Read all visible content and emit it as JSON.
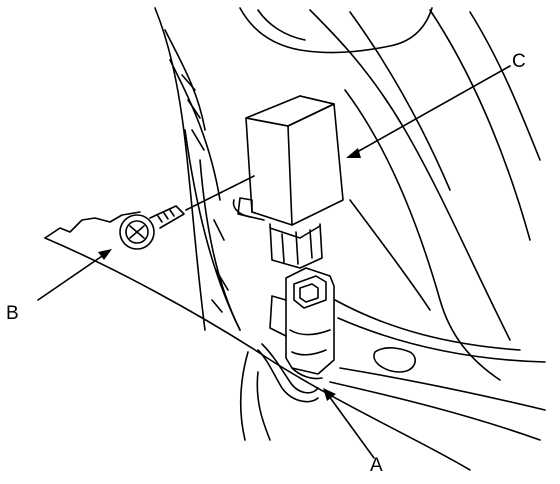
{
  "callouts": {
    "a": "A",
    "b": "B",
    "c": "C"
  },
  "parts": {
    "a": "connector-icon",
    "b": "bolt-icon",
    "c": "module-icon"
  },
  "colors": {
    "line": "#000000",
    "background": "#ffffff"
  }
}
